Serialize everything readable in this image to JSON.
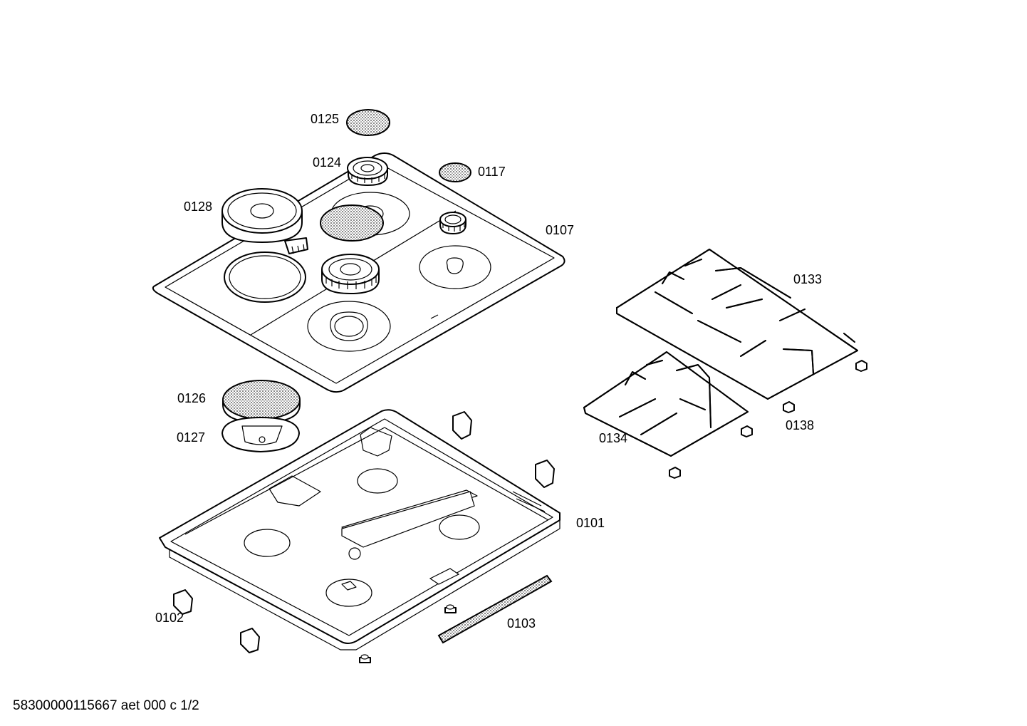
{
  "parts": [
    {
      "id": "p0125",
      "label": "0125"
    },
    {
      "id": "p0124",
      "label": "0124"
    },
    {
      "id": "p0117",
      "label": "0117"
    },
    {
      "id": "p0128",
      "label": "0128"
    },
    {
      "id": "p0107",
      "label": "0107"
    },
    {
      "id": "p0133",
      "label": "0133"
    },
    {
      "id": "p0126",
      "label": "0126"
    },
    {
      "id": "p0127",
      "label": "0127"
    },
    {
      "id": "p0134",
      "label": "0134"
    },
    {
      "id": "p0138",
      "label": "0138"
    },
    {
      "id": "p0101",
      "label": "0101"
    },
    {
      "id": "p0102",
      "label": "0102"
    },
    {
      "id": "p0103",
      "label": "0103"
    }
  ],
  "footer": "58300000115667 aet 000 c 1/2"
}
